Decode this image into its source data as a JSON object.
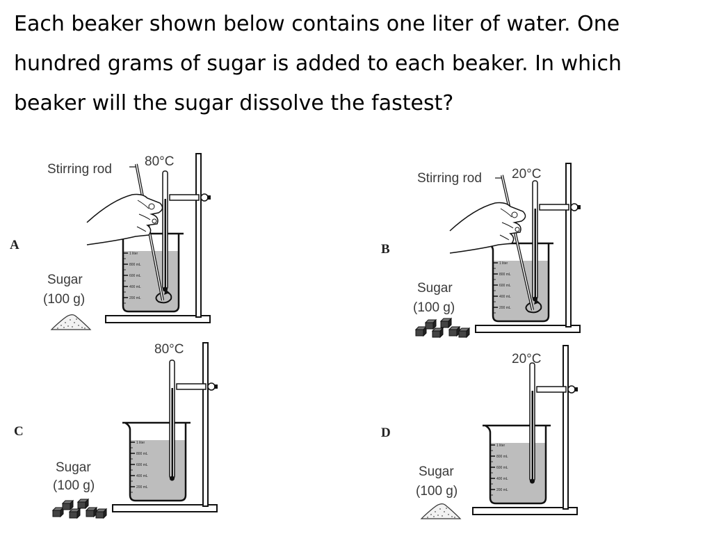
{
  "question": "Each beaker shown below contains one liter of water. One hundred grams of sugar is added to each beaker. In which beaker will the sugar dissolve the fastest?",
  "panels": [
    {
      "letter": "A",
      "temperature": "80°C",
      "stirring_label": "Stirring rod",
      "sugar_label": "Sugar",
      "sugar_amount": "(100 g)",
      "sugar_form": "granulated"
    },
    {
      "letter": "B",
      "temperature": "20°C",
      "stirring_label": "Stirring rod",
      "sugar_label": "Sugar",
      "sugar_amount": "(100 g)",
      "sugar_form": "cubes"
    },
    {
      "letter": "C",
      "temperature": "80°C",
      "stirring_label": "",
      "sugar_label": "Sugar",
      "sugar_amount": "(100 g)",
      "sugar_form": "cubes"
    },
    {
      "letter": "D",
      "temperature": "20°C",
      "stirring_label": "",
      "sugar_label": "Sugar",
      "sugar_amount": "(100 g)",
      "sugar_form": "granulated"
    }
  ],
  "beaker_marks": [
    "1 liter",
    "800 mL",
    "600 mL",
    "400 mL",
    "200 mL"
  ],
  "colors": {
    "water": "#bdbdbd",
    "line": "#111111",
    "text": "#000000"
  }
}
